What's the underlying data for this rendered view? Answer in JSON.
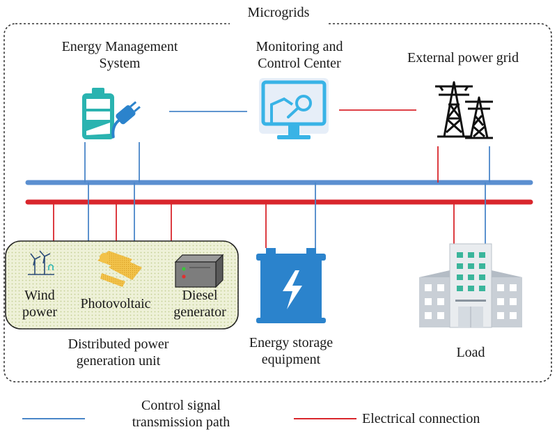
{
  "title": "Microgrids",
  "nodes": {
    "ems": {
      "label_line1": "Energy Management",
      "label_line2": "System",
      "icon": "battery-plug-icon"
    },
    "monitoring": {
      "label_line1": "Monitoring and",
      "label_line2": "Control Center",
      "icon": "monitor-icon"
    },
    "external_grid": {
      "label": "External power grid",
      "icon": "power-tower-icon"
    },
    "distributed": {
      "label_line1": "Distributed power",
      "label_line2": "generation unit",
      "items": {
        "wind": {
          "label_line1": "Wind",
          "label_line2": "power",
          "icon": "wind-turbine-icon"
        },
        "pv": {
          "label": "Photovoltaic",
          "icon": "solar-panel-icon"
        },
        "diesel": {
          "label_line1": "Diesel",
          "label_line2": "generator",
          "icon": "diesel-generator-icon"
        }
      }
    },
    "storage": {
      "label_line1": "Energy storage",
      "label_line2": "equipment",
      "icon": "battery-bolt-icon"
    },
    "load": {
      "label": "Load",
      "icon": "building-icon"
    }
  },
  "legend": {
    "control": {
      "label_line1": "Control signal",
      "label_line2": "transmission path",
      "color": "#4a86c8"
    },
    "electrical": {
      "label": "Electrical connection",
      "color": "#d9262c"
    }
  },
  "colors": {
    "control_line": "#4a86c8",
    "control_bus": "#5b8fd0",
    "electrical_line": "#d9262c",
    "icon_teal": "#2ab3b0",
    "icon_blue": "#2b83cc",
    "icon_cyan": "#39b3e6",
    "box_fill": "#eef1d8",
    "solar_yellow": "#f2c24a"
  }
}
